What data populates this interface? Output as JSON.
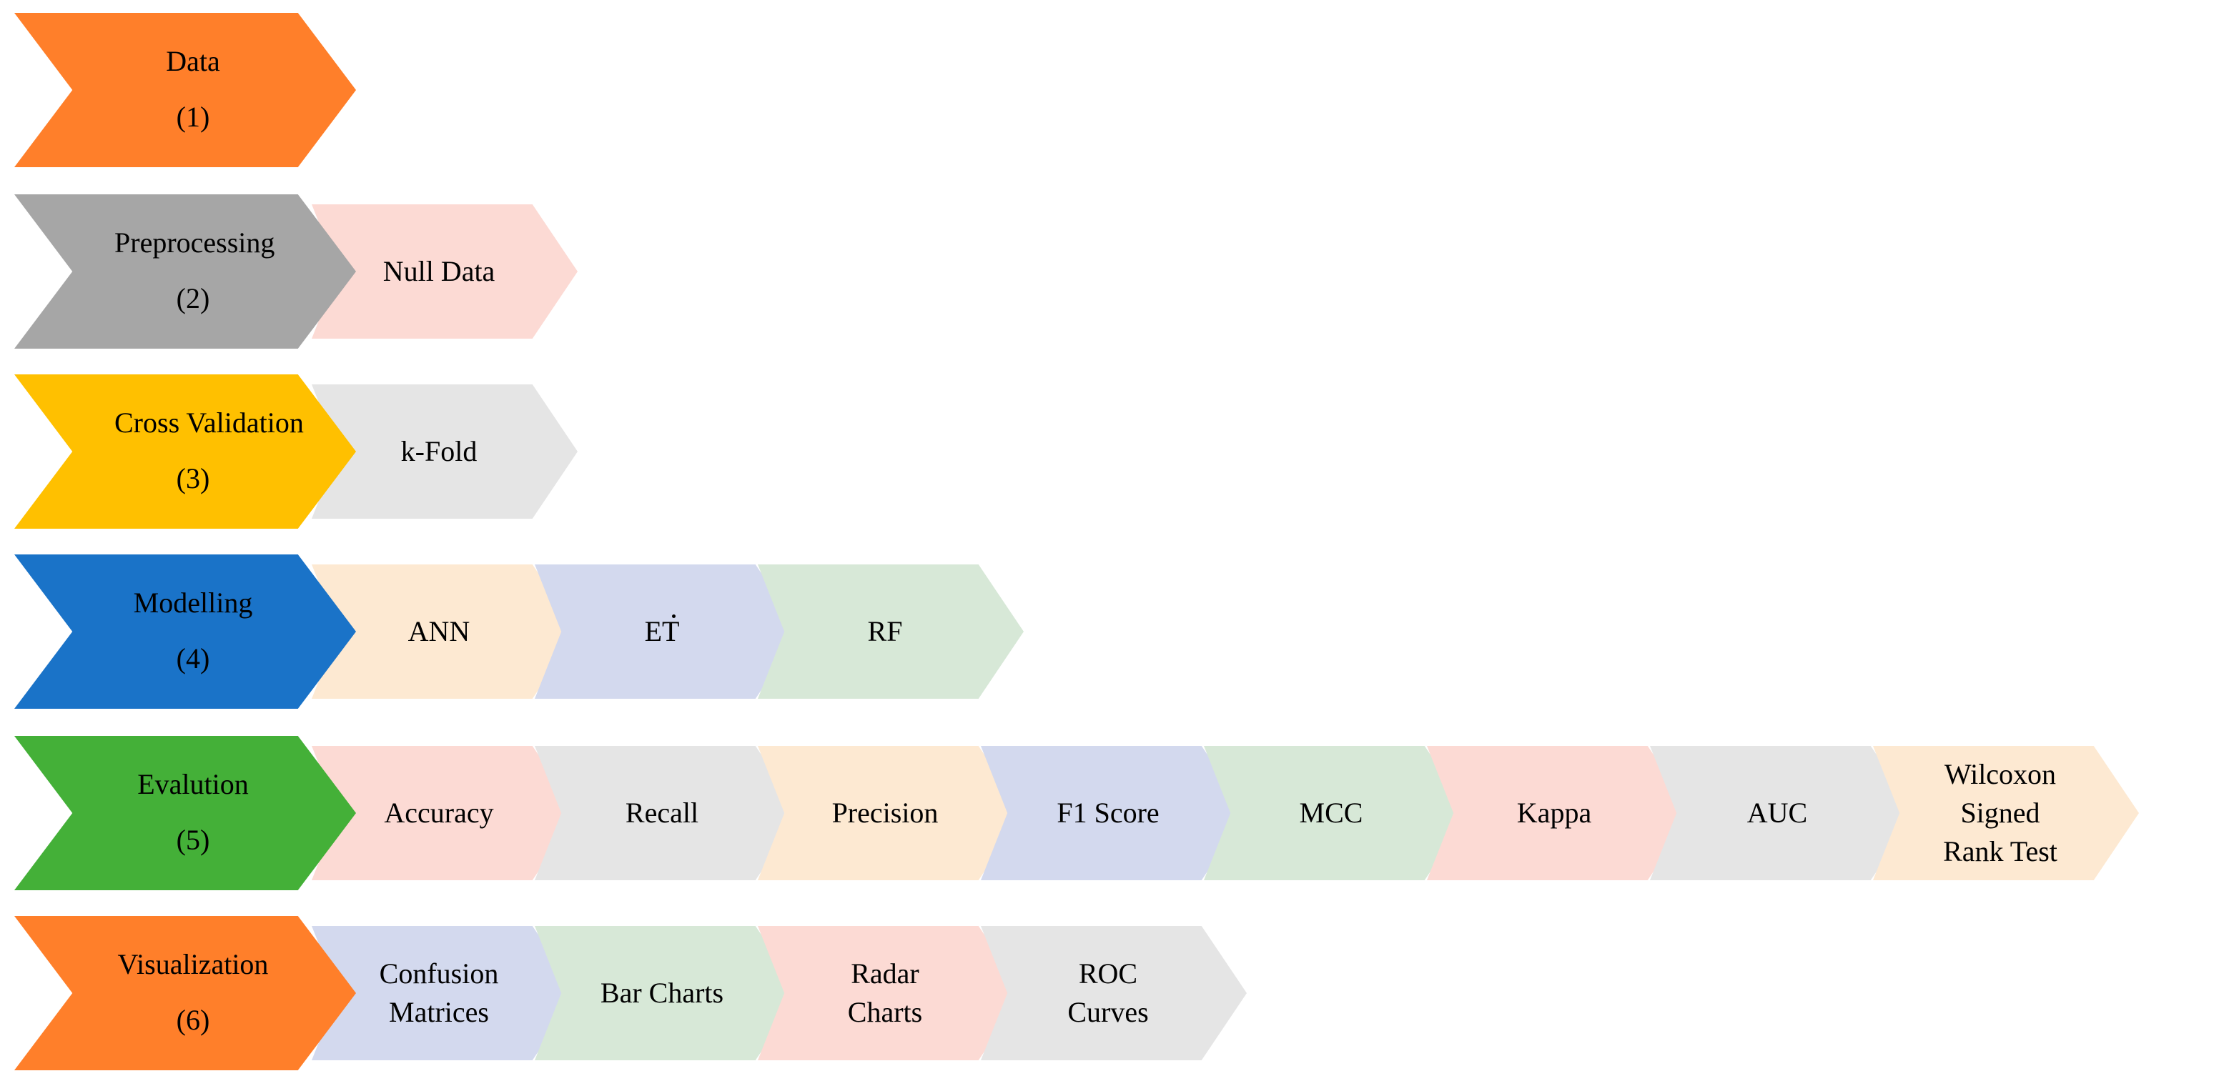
{
  "rows": [
    {
      "title": "Data",
      "num": "(1)",
      "color": "#FF7F2A",
      "items": []
    },
    {
      "title": "Preprocessing",
      "num": "(2)",
      "color": "#A6A6A6",
      "items": [
        {
          "label": "Null Data",
          "color": "#FCDAD4"
        }
      ]
    },
    {
      "title": "Cross Validation",
      "num": "(3)",
      "color": "#FFC000",
      "items": [
        {
          "label": "k-Fold",
          "color": "#E5E5E5"
        }
      ]
    },
    {
      "title": "Modelling",
      "num": "(4)",
      "color": "#1A73C8",
      "items": [
        {
          "label": "ANN",
          "color": "#FDE9D2"
        },
        {
          "label": "ET",
          "color": "#D3D9EE"
        },
        {
          "label": "RF",
          "color": "#D7E8D7"
        }
      ]
    },
    {
      "title": "Evalution",
      "num": "(5)",
      "color": "#44B038",
      "items": [
        {
          "label": "Accuracy",
          "color": "#FCDAD4"
        },
        {
          "label": "Recall",
          "color": "#E5E5E5"
        },
        {
          "label": "Precision",
          "color": "#FDE9D2"
        },
        {
          "label": "F1 Score",
          "color": "#D3D9EE"
        },
        {
          "label": "MCC",
          "color": "#D7E8D7"
        },
        {
          "label": "Kappa",
          "color": "#FCDAD4"
        },
        {
          "label": "AUC",
          "color": "#E5E5E5"
        },
        {
          "label": "Wilcoxon Signed\nRank Test",
          "color": "#FDE9D2"
        }
      ]
    },
    {
      "title": "Visualization",
      "num": "(6)",
      "color": "#FF7F2A",
      "items": [
        {
          "label": "Confusion\nMatrices",
          "color": "#D3D9EE"
        },
        {
          "label": "Bar Charts",
          "color": "#D7E8D7"
        },
        {
          "label": "Radar\nCharts",
          "color": "#FCDAD4"
        },
        {
          "label": "ROC\nCurves",
          "color": "#E5E5E5"
        }
      ]
    }
  ]
}
